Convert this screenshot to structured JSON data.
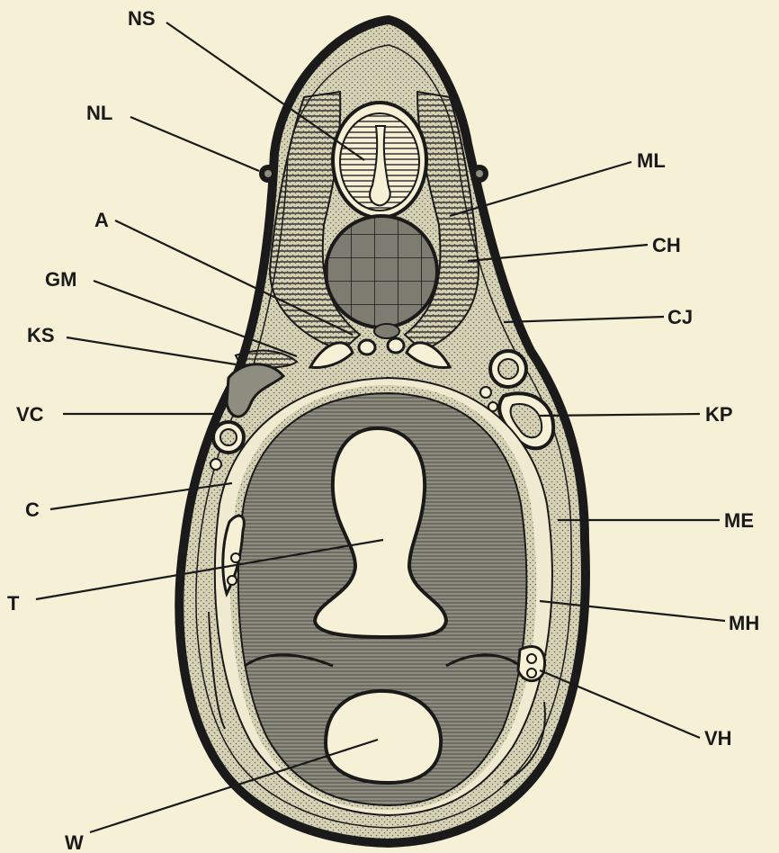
{
  "colors": {
    "background": "#f5f0d6",
    "ink": "#1a1a1a",
    "shaded_tissue": "#8d8d80",
    "stippled_tissue": "#d6d2b6"
  },
  "labels": {
    "ns": "NS",
    "nl": "NL",
    "ml": "ML",
    "a": "A",
    "ch": "CH",
    "gm": "GM",
    "cj": "CJ",
    "ks": "KS",
    "vc": "VC",
    "kp": "KP",
    "c": "C",
    "me": "ME",
    "t": "T",
    "mh": "MH",
    "vh": "VH",
    "w": "W"
  }
}
